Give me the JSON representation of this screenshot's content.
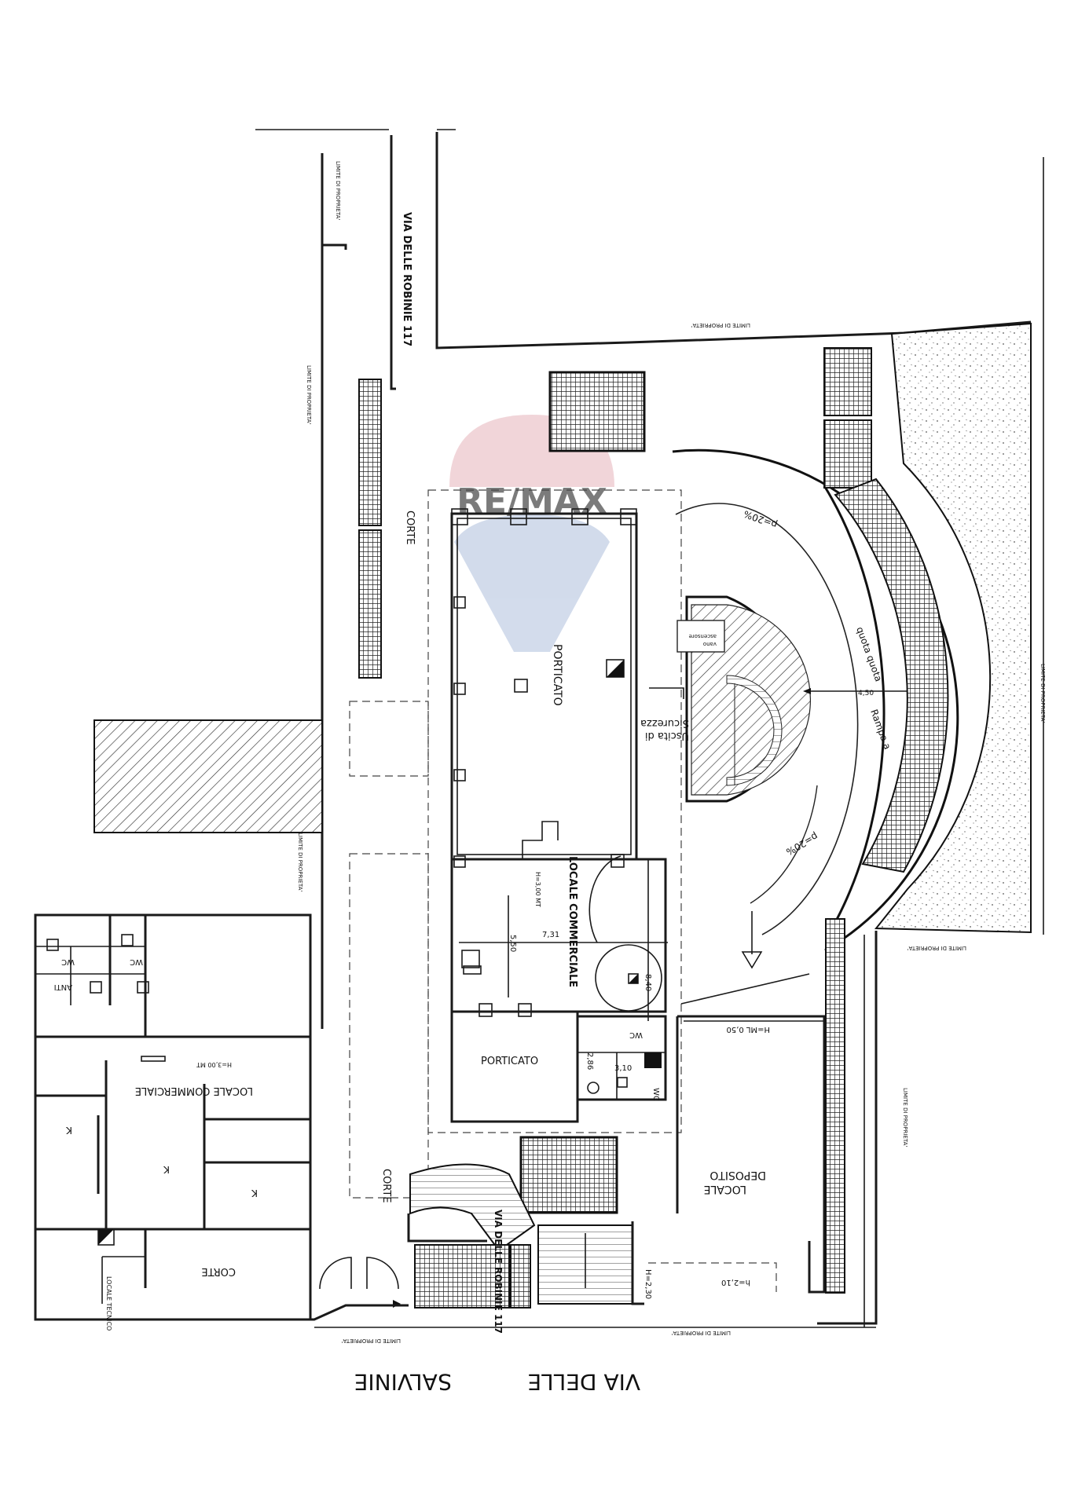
{
  "watermark": {
    "text": "RE/MAX",
    "colors": {
      "red": "#e0a0a8",
      "blue": "#a9bfdd"
    }
  },
  "labels": {
    "via_delle_robinie_top": "VIA DELLE ROBINIE 117",
    "via_delle_robinie_bottom": "VIA DELLE ROBINIE 117",
    "street_via_delle": "VIA DELLE",
    "street_salvinie": "SALVINIE",
    "limite": "LIMITE DI PROPRIETA'",
    "corte": "CORTE",
    "porticato": "PORTICATO",
    "locale_commerciale": "LOCALE COMMERCIALE",
    "h_300": "H=3,00 MT",
    "uscita": "Uscita di",
    "sicurezza": "Sicurezza",
    "vano_ascensore_1": "vano",
    "vano_ascensore_2": "ascensore",
    "rampa_1": "Rampa a",
    "rampa_2": "quota quota",
    "p20": "p=20%",
    "wc": "WC",
    "anti": "ANTI",
    "k": "K",
    "locale_deposito_1": "LOCALE",
    "locale_deposito_2": "DEPOSITO",
    "locale_tecnico": "LOCALE TECNICO",
    "h_ml": "H=ML 0,50",
    "h_230": "H=2,30",
    "h_210": "h=2,10",
    "dim_731": "7,31",
    "dim_550": "5,50",
    "dim_840": "8,40",
    "dim_286": "2,86",
    "dim_310": "3,10",
    "dim_450": "4,50"
  }
}
